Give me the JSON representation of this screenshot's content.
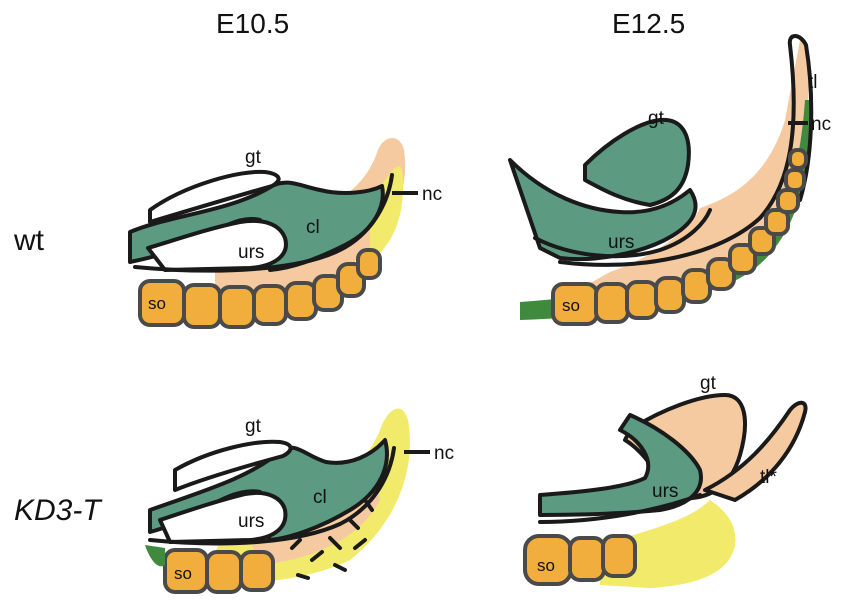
{
  "columns": {
    "left": "E10.5",
    "right": "E12.5"
  },
  "rows": {
    "top": "wt",
    "bottom": "KD3-T"
  },
  "labels": {
    "gt": "gt",
    "nc": "nc",
    "cl": "cl",
    "urs": "urs",
    "so": "so",
    "tl": "tl",
    "tl_star": "tl*"
  },
  "colors": {
    "somite": "#f2ae3c",
    "cloaca": "#5c9a82",
    "mesoderm_peach": "#f5caa0",
    "yellow": "#f2ea6a",
    "green": "#3f8a3c",
    "outline": "#1a1a1a"
  }
}
